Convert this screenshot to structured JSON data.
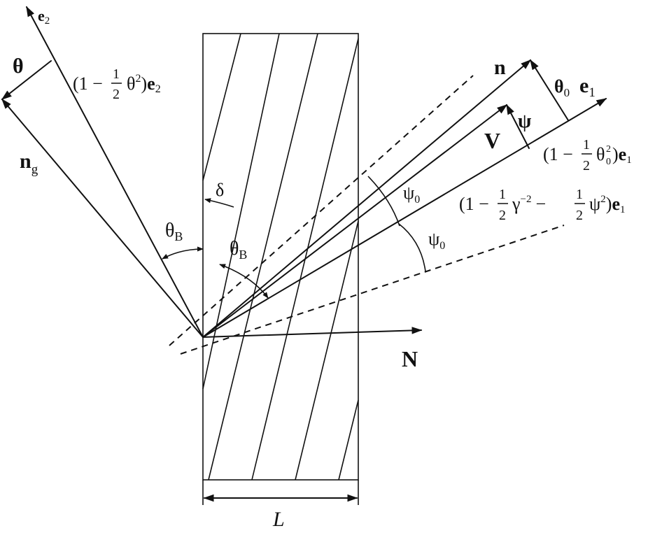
{
  "labels": {
    "e2": "e",
    "e2_sub": "2",
    "theta": "θ",
    "e2_coef_open": "(1 −",
    "e2_frac_num": "1",
    "e2_frac_den": "2",
    "e2_coef_close": "θ",
    "e2_coef_sup": "2",
    "e2_coef_end": ")",
    "e2_coef_vec": "e",
    "e2_coef_vec_sub": "2",
    "ng": "n",
    "ng_sub": "g",
    "n": "n",
    "theta0": "θ",
    "theta0_sub": "0",
    "e1": "e",
    "e1_sub": "1",
    "V": "V",
    "psi": "ψ",
    "e1_coef_a_open": "(1 −",
    "e1_coef_a_num": "1",
    "e1_coef_a_den": "2",
    "e1_coef_a_theta": "θ",
    "e1_coef_a_sup": "2",
    "e1_coef_a_sub": "0",
    "e1_coef_a_close": ")",
    "e1_coef_a_vec": "e",
    "e1_coef_a_vec_sub": "1",
    "psi0_upper": "ψ",
    "psi0_upper_sub": "0",
    "e1_coef_b_open": "(1 −",
    "e1_coef_b_num1": "1",
    "e1_coef_b_den1": "2",
    "e1_coef_b_gamma": "γ",
    "e1_coef_b_gamma_sup": "−2",
    "e1_coef_b_minus": "−",
    "e1_coef_b_num2": "1",
    "e1_coef_b_den2": "2",
    "e1_coef_b_psi": "ψ",
    "e1_coef_b_psi_sup": "2",
    "e1_coef_b_close": ")",
    "e1_coef_b_vec": "e",
    "e1_coef_b_vec_sub": "1",
    "psi0_lower": "ψ",
    "psi0_lower_sub": "0",
    "delta": "δ",
    "thetaB_left": "θ",
    "thetaB_left_sub": "B",
    "thetaB_right": "θ",
    "thetaB_right_sub": "B",
    "N": "N",
    "L": "L"
  }
}
